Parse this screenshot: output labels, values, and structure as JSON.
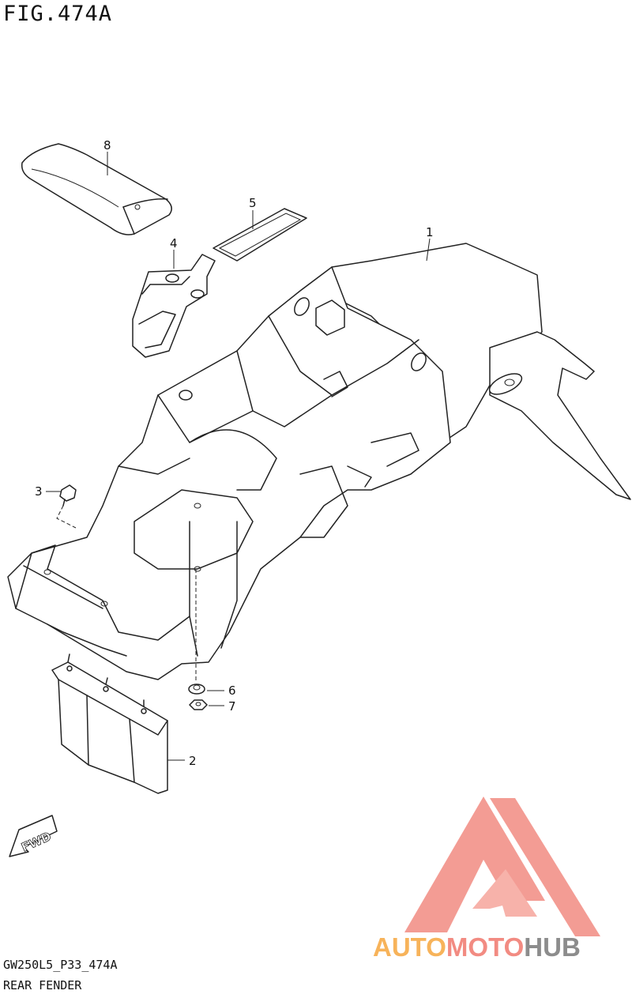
{
  "figure": {
    "title": "FIG.474A",
    "code": "GW250L5_P33_474A",
    "name": "REAR FENDER"
  },
  "callouts": [
    "1",
    "2",
    "3",
    "4",
    "5",
    "6",
    "7",
    "8"
  ],
  "direction_marker": {
    "label": "FWD",
    "icon": "fwd-arrow-icon"
  },
  "watermark": {
    "parts": [
      "AUTO",
      "MOTO",
      "HUB"
    ],
    "colors": {
      "auto": "#f7b35a",
      "moto": "#f28b82",
      "hub": "#8c8c8c",
      "logo": "#f28b82"
    }
  }
}
